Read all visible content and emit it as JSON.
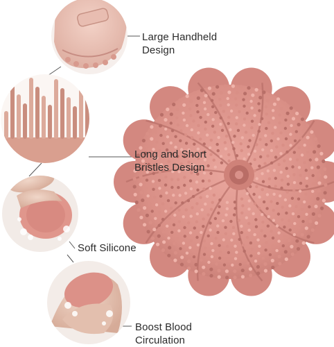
{
  "features": [
    {
      "line1": "Large Handheld",
      "line2": "Design",
      "icon": "handle-closeup-icon"
    },
    {
      "line1": "Long and Short",
      "line2": "Bristles Design",
      "icon": "bristles-closeup-icon"
    },
    {
      "line1": "Soft Silicone",
      "line2": "",
      "icon": "hand-holding-scrubber-icon"
    },
    {
      "line1": "Boost Blood",
      "line2": "Circulation",
      "icon": "massage-hands-icon"
    }
  ],
  "colors": {
    "product_pink": "#d98f86",
    "product_dark": "#b86f68",
    "product_light": "#efb3aa",
    "circle_light": "#f4ece8",
    "connector": "#555555"
  },
  "product": {
    "icon": "silicone-body-scrubber-image"
  }
}
